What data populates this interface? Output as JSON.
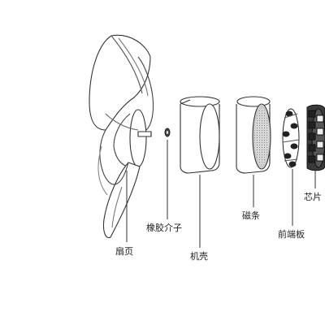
{
  "labels": {
    "fan_blade": "扇页",
    "rubber_spacer": "橡胶介子",
    "motor_housing": "机壳",
    "magnet_strip": "磁条",
    "front_end_plate": "前端板",
    "chip": "芯片"
  }
}
